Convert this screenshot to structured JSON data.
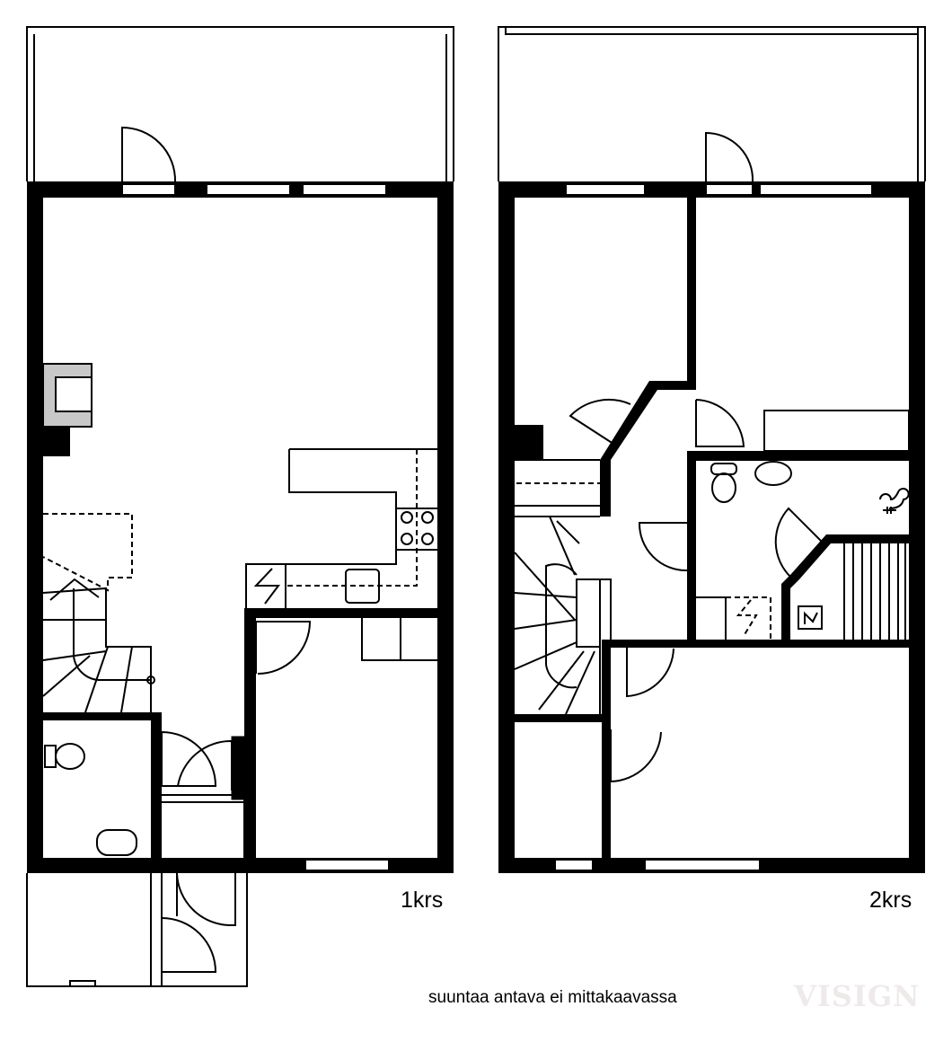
{
  "floor_plans": [
    {
      "label": "1krs"
    },
    {
      "label": "2krs"
    }
  ],
  "note": "suuntaa antava ei mittakaavassa",
  "watermark": "VISIGN",
  "colors": {
    "wall": "#000000",
    "fireplace": "#c8c8c8",
    "background": "#ffffff"
  }
}
